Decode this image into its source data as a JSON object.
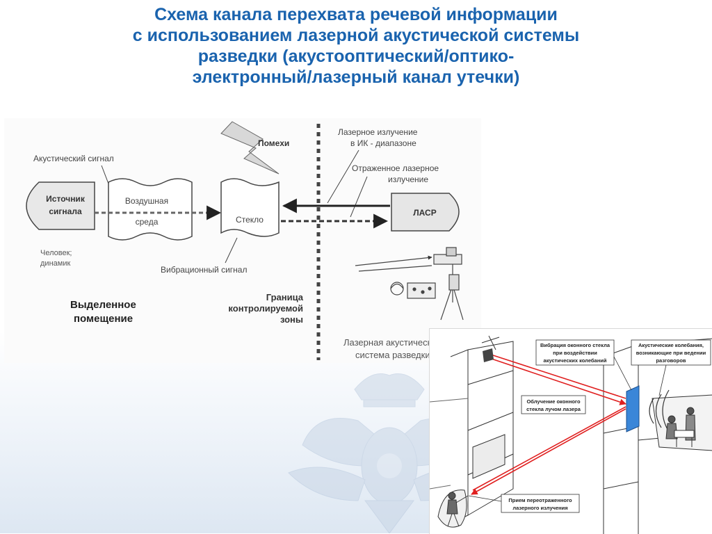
{
  "title": {
    "lines": [
      "Схема канала перехвата речевой информации",
      "с использованием лазерной акустической системы",
      "разведки  (акустооптический/оптико-",
      "электронный/лазерный канал утечки)"
    ]
  },
  "diagram1": {
    "source_line1": "Источник",
    "source_line2": "сигнала",
    "source_note_line1": "Человек;",
    "source_note_line2": "динамик",
    "acoustic_signal": "Акустический сигнал",
    "air_line1": "Воздушная",
    "air_line2": "среда",
    "glass": "Стекло",
    "interference": "Помехи",
    "vibration_signal": "Вибрационный сигнал",
    "laser_ir_line1": "Лазерное излучение",
    "laser_ir_line2": "в ИК - диапазоне",
    "reflected_line1": "Отраженное лазерное",
    "reflected_line2": "излучение",
    "lasr": "ЛАСР",
    "room_line1": "Выделенное",
    "room_line2": "помещение",
    "border_line1": "Граница",
    "border_line2": "контролируемой",
    "border_line3": "зоны",
    "system_line1": "Лазерная акустическая",
    "system_line2": "система разведки"
  },
  "diagram2": {
    "window_vib_line1": "Вибрация оконного стекла",
    "window_vib_line2": "при воздействии",
    "window_vib_line3": "акустических колебаний",
    "acoustic_osc_line1": "Акустические колебания,",
    "acoustic_osc_line2": "возникающие при ведении",
    "acoustic_osc_line3": "разговоров",
    "irradiation_line1": "Облучение оконного",
    "irradiation_line2": "стекла лучом лазера",
    "reception_line1": "Прием переотраженного",
    "reception_line2": "лазерного излучения"
  },
  "colors": {
    "title": "#1a63ae",
    "laser_beam": "#e02020",
    "interference_bolt": "#d8d8d8"
  }
}
